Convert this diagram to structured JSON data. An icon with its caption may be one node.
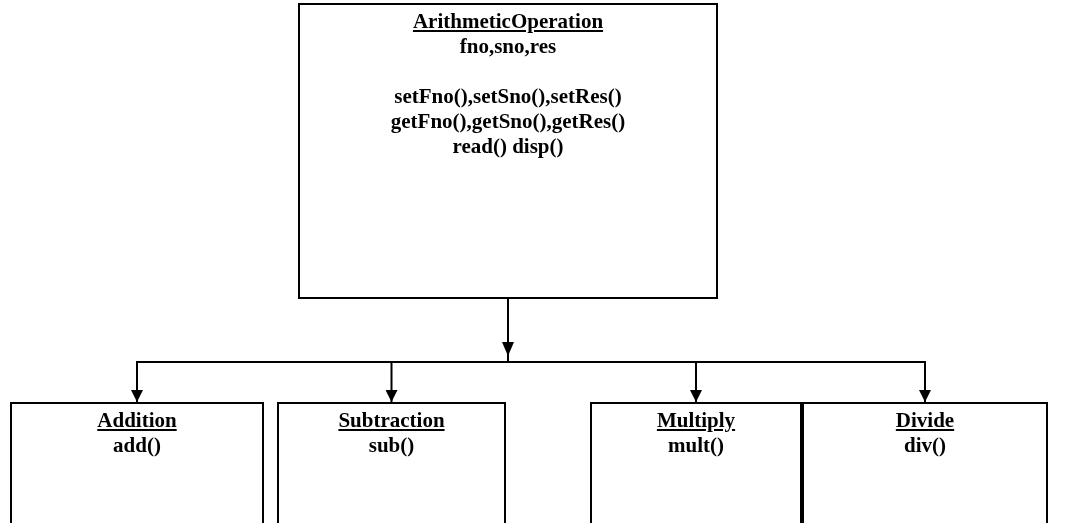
{
  "diagram": {
    "nodes": [
      {
        "text": [
          "ArithmeticOperation",
          "fno,sno,res",
          "setFno(),setSno(),setRes() getFno(),getSno(),getRes() read() disp()"
        ]
      },
      {
        "text": [
          "Addition",
          "add()"
        ]
      },
      {
        "text": [
          "Subtraction",
          "sub()"
        ]
      },
      {
        "text": [
          "Multiply",
          "mult()"
        ]
      },
      {
        "text": [
          "Divide",
          "div()"
        ]
      }
    ],
    "edges": [
      {
        "from": 0,
        "to": 1,
        "arrow": "to"
      },
      {
        "from": 0,
        "to": 2,
        "arrow": "to"
      },
      {
        "from": 0,
        "to": 3,
        "arrow": "to"
      },
      {
        "from": 0,
        "to": 4,
        "arrow": "to"
      }
    ]
  }
}
